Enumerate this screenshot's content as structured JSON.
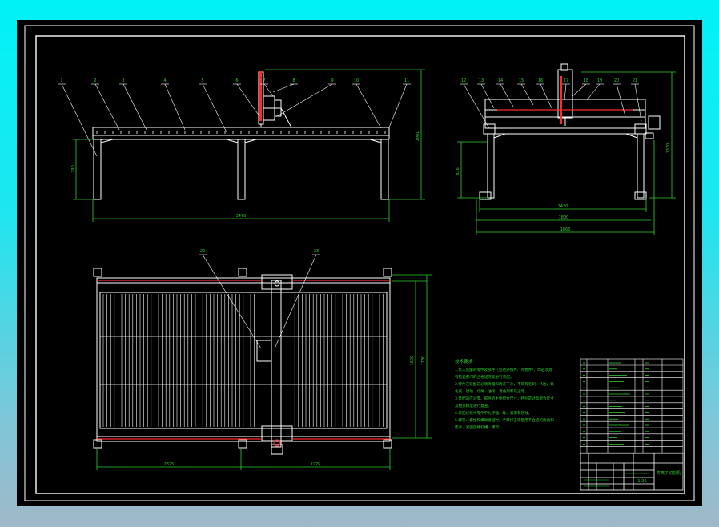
{
  "drawing": {
    "background": "#000000",
    "frame_color": "#ffffff",
    "part_color": "#ffffff",
    "dim_color": "#2fd12f",
    "leader_color": "#ffffff",
    "accent_color": "#ff2a2a",
    "table_color": "#ffffff"
  },
  "front_view": {
    "balloons": [
      "1",
      "2",
      "3",
      "4",
      "5",
      "6",
      "7",
      "8",
      "9",
      "10",
      "11"
    ],
    "dims": {
      "overall_length": "3470",
      "leg_height": "790",
      "total_height": "1981"
    }
  },
  "side_view": {
    "balloons": [
      "12",
      "13",
      "14",
      "15",
      "16",
      "17",
      "18",
      "19",
      "20",
      "21"
    ],
    "dims": {
      "rail_width": "1420",
      "mid_width": "1800",
      "overall_width": "1866",
      "side_height": "876",
      "total_height": "1370"
    }
  },
  "top_view": {
    "balloons": [
      "22",
      "23"
    ],
    "dims": {
      "left_length": "2325",
      "right_length": "1225",
      "inner_width": "1600",
      "outer_width": "1780"
    }
  },
  "tech_notes": {
    "title": "技术要求",
    "lines": [
      "1.装入装配的零件及部件（包括外购件、外协件），均必须具",
      "有检验部门的合格证方能进行装配。",
      "2.零件在装配前必须清理和清洗干净，不得有毛刺、飞边、氧",
      "化皮、锈蚀、切屑、油污、着色剂和灰尘等。",
      "3.装配前应对零、部件的主要配合尺寸，特别是过盈配合尺寸",
      "及相关精度进行复查。",
      "4.装配过程中零件不允许磕、碰、划伤和锈蚀。",
      "5.螺钉、螺栓和螺母紧固时，严禁打击或使用不合适的旋具和",
      "扳手。紧固后螺钉槽、螺母"
    ]
  },
  "title_block": {
    "drawing_title": "等离子切割机",
    "scale": "1:20"
  }
}
